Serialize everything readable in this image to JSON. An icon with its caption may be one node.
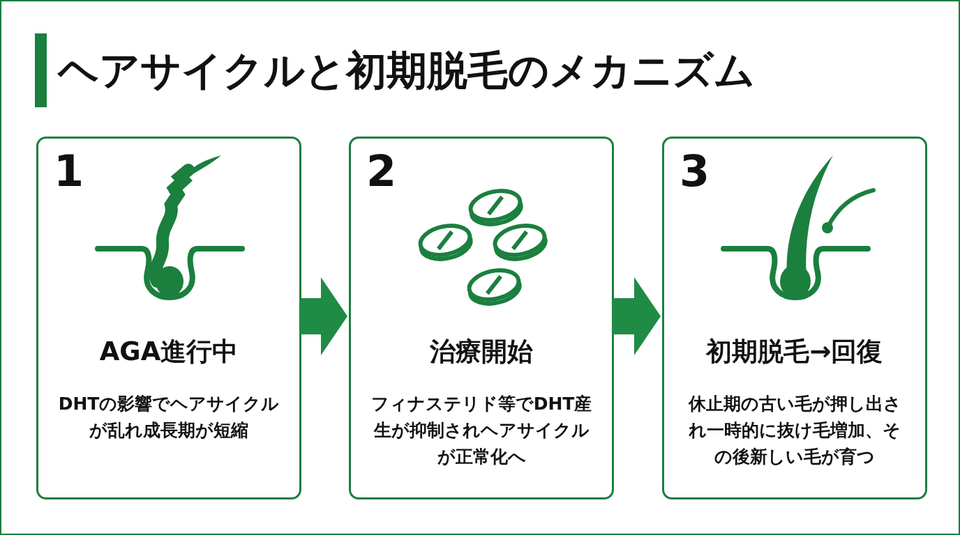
{
  "diagram": {
    "title": "ヘアサイクルと初期脱毛のメカニズム",
    "nodes": [
      {
        "text": [
          "1",
          "AGA進行中",
          "DHTの影響でヘアサイクルが乱れ成長期が短縮"
        ]
      },
      {
        "text": [
          "2",
          "治療開始",
          "フィナステリド等でDHT産生が抑制されヘアサイクルが正常化へ"
        ]
      },
      {
        "text": [
          "3",
          "初期脱毛→回復",
          "休止期の古い毛が押し出され一時的に抜け毛増加、その後新しい毛が育つ"
        ]
      }
    ],
    "edges": [
      {
        "from": 0,
        "to": 1,
        "arrow": "to"
      },
      {
        "from": 1,
        "to": 2,
        "arrow": "to"
      }
    ]
  }
}
